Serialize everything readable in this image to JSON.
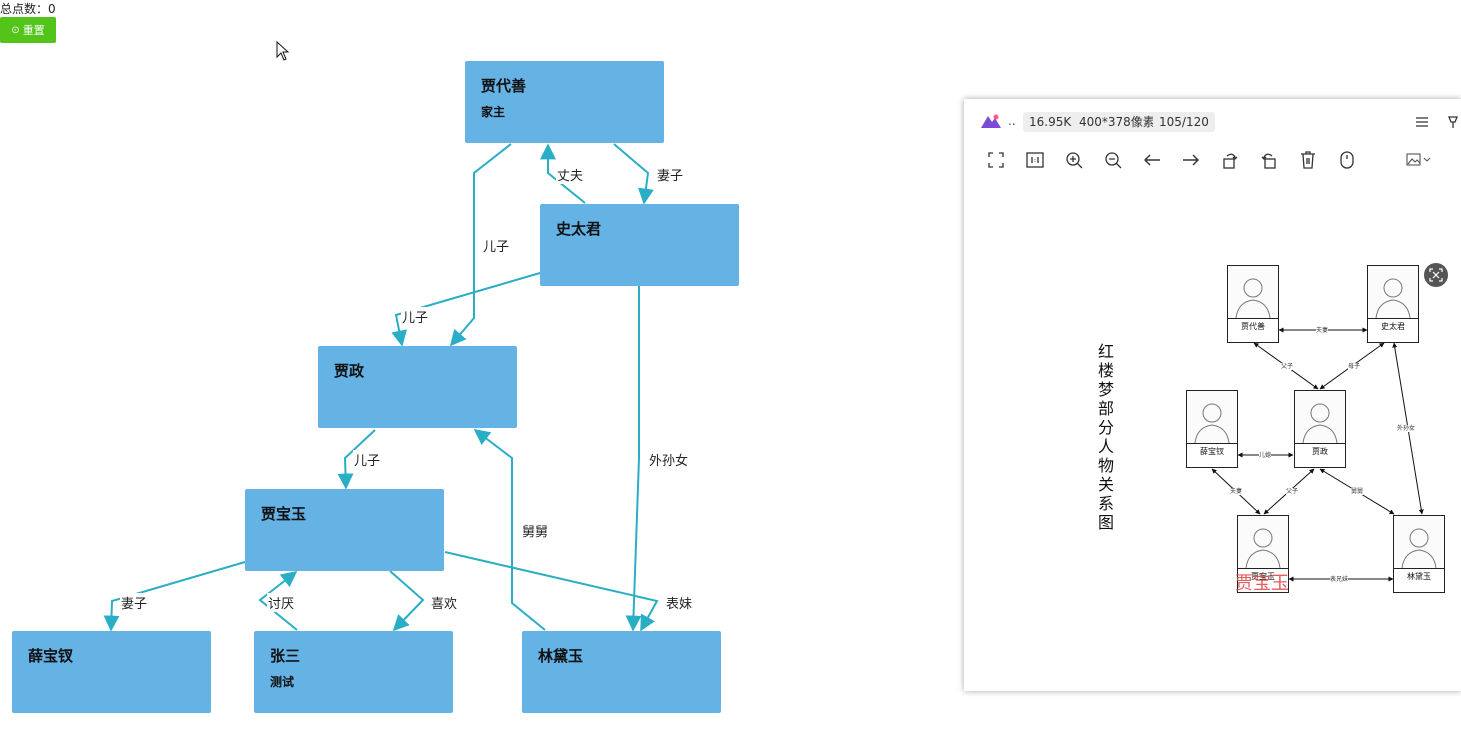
{
  "top": {
    "count_label": "总点数：0",
    "reset_label": "重置"
  },
  "nodes": {
    "jiadaishan": {
      "name": "贾代善",
      "sub": "家主"
    },
    "shitaijun": {
      "name": "史太君"
    },
    "jiazheng": {
      "name": "贾政"
    },
    "jiabaoyu": {
      "name": "贾宝玉"
    },
    "xuebaochai": {
      "name": "薛宝钗"
    },
    "zhangsan": {
      "name": "张三",
      "sub": "测试"
    },
    "lindaiyu": {
      "name": "林黛玉"
    }
  },
  "edges": {
    "husband": "丈夫",
    "wife_top": "妻子",
    "son_left": "儿子",
    "son_mid": "儿子",
    "son_bottom": "儿子",
    "waisunnv": "外孙女",
    "jiujiu": "舅舅",
    "wife_bottom": "妻子",
    "taoyan": "讨厌",
    "xihuan": "喜欢",
    "biaomei": "表妹"
  },
  "viewer": {
    "dots": "..",
    "file_size": "16.95K",
    "dimensions": "400*378像素",
    "page": "105/120",
    "title": "红楼梦部分人物关系图",
    "overlay_text": "贾宝玉",
    "toolbar_icons": [
      "fullscreen-icon",
      "actual-size-icon",
      "zoom-in-icon",
      "zoom-out-icon",
      "prev-icon",
      "next-icon",
      "rotate-left-icon",
      "rotate-right-icon",
      "delete-icon",
      "mouse-icon",
      "image-menu-icon"
    ],
    "people": {
      "p1": "贾代善",
      "p2": "史太君",
      "p3": "薛宝钗",
      "p4": "贾政",
      "p5": "贾宝玉",
      "p6": "林黛玉"
    },
    "rel": {
      "fuqi_top": "夫妻",
      "fuzi": "父子",
      "muzi": "母子",
      "waisunnv": "外孙女",
      "erxi": "儿媳",
      "fuqi_bottom": "夫妻",
      "fuzi2": "父子",
      "jiujiu": "舅舅",
      "biaoxiongmei": "表兄妹"
    }
  },
  "colors": {
    "node": "#65b2e5",
    "edge": "#2aaec5",
    "reset": "#52c41a",
    "overlay": "#e04b4b"
  }
}
